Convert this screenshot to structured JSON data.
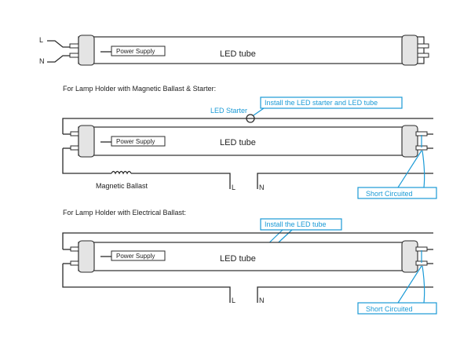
{
  "colors": {
    "wire": "#2b2b2b",
    "accent": "#1a9ad6"
  },
  "diagram1": {
    "live_label": "L",
    "neutral_label": "N",
    "power_supply_label": "Power Supply",
    "tube_label": "LED tube"
  },
  "diagram2": {
    "heading": "For Lamp Holder with Magnetic Ballast & Starter:",
    "starter_label": "LED Starter",
    "callout_install": "Install the LED starter and LED tube",
    "power_supply_label": "Power Supply",
    "tube_label": "LED tube",
    "ballast_label": "Magnetic Ballast",
    "live_label": "L",
    "neutral_label": "N",
    "short_label": "Short Circuited"
  },
  "diagram3": {
    "heading": "For Lamp Holder with Electrical Ballast:",
    "callout_install": "Install the LED tube",
    "power_supply_label": "Power Supply",
    "tube_label": "LED tube",
    "live_label": "L",
    "neutral_label": "N",
    "short_label": "Short Circuited"
  }
}
